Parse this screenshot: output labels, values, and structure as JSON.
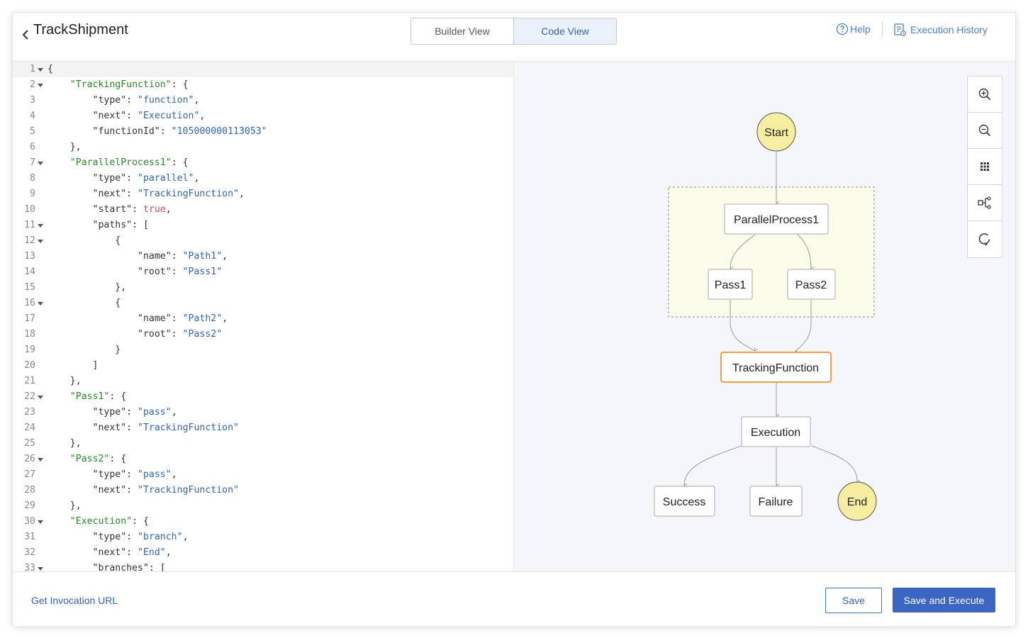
{
  "header": {
    "title": "TrackShipment",
    "tabs": [
      {
        "label": "Builder View",
        "active": false
      },
      {
        "label": "Code View",
        "active": true
      }
    ],
    "help_label": "Help",
    "history_label": "Execution History"
  },
  "editor": {
    "lines": [
      {
        "n": "1",
        "fold": true,
        "html": "<span class=\"p\">{</span>"
      },
      {
        "n": "2",
        "fold": true,
        "html": "    <span class=\"k\">\"TrackingFunction\"</span>: {"
      },
      {
        "n": "3",
        "fold": false,
        "html": "        \"type\": <span class=\"s\">\"function\"</span>,"
      },
      {
        "n": "4",
        "fold": false,
        "html": "        \"next\": <span class=\"s\">\"Execution\"</span>,"
      },
      {
        "n": "5",
        "fold": false,
        "html": "        \"functionId\": <span class=\"s\">\"105000000113053\"</span>"
      },
      {
        "n": "6",
        "fold": false,
        "html": "    },"
      },
      {
        "n": "7",
        "fold": true,
        "html": "    <span class=\"k\">\"ParallelProcess1\"</span>: {"
      },
      {
        "n": "8",
        "fold": false,
        "html": "        \"type\": <span class=\"s\">\"parallel\"</span>,"
      },
      {
        "n": "9",
        "fold": false,
        "html": "        \"next\": <span class=\"s\">\"TrackingFunction\"</span>,"
      },
      {
        "n": "10",
        "fold": false,
        "html": "        \"start\": <span class=\"b\">true</span>,"
      },
      {
        "n": "11",
        "fold": true,
        "html": "        \"paths\": ["
      },
      {
        "n": "12",
        "fold": true,
        "html": "            {"
      },
      {
        "n": "13",
        "fold": false,
        "html": "                \"name\": <span class=\"s\">\"Path1\"</span>,"
      },
      {
        "n": "14",
        "fold": false,
        "html": "                \"root\": <span class=\"s\">\"Pass1\"</span>"
      },
      {
        "n": "15",
        "fold": false,
        "html": "            },"
      },
      {
        "n": "16",
        "fold": true,
        "html": "            {"
      },
      {
        "n": "17",
        "fold": false,
        "html": "                \"name\": <span class=\"s\">\"Path2\"</span>,"
      },
      {
        "n": "18",
        "fold": false,
        "html": "                \"root\": <span class=\"s\">\"Pass2\"</span>"
      },
      {
        "n": "19",
        "fold": false,
        "html": "            }"
      },
      {
        "n": "20",
        "fold": false,
        "html": "        ]"
      },
      {
        "n": "21",
        "fold": false,
        "html": "    },"
      },
      {
        "n": "22",
        "fold": true,
        "html": "    <span class=\"k\">\"Pass1\"</span>: {"
      },
      {
        "n": "23",
        "fold": false,
        "html": "        \"type\": <span class=\"s\">\"pass\"</span>,"
      },
      {
        "n": "24",
        "fold": false,
        "html": "        \"next\": <span class=\"s\">\"TrackingFunction\"</span>"
      },
      {
        "n": "25",
        "fold": false,
        "html": "    },"
      },
      {
        "n": "26",
        "fold": true,
        "html": "    <span class=\"k\">\"Pass2\"</span>: {"
      },
      {
        "n": "27",
        "fold": false,
        "html": "        \"type\": <span class=\"s\">\"pass\"</span>,"
      },
      {
        "n": "28",
        "fold": false,
        "html": "        \"next\": <span class=\"s\">\"TrackingFunction\"</span>"
      },
      {
        "n": "29",
        "fold": false,
        "html": "    },"
      },
      {
        "n": "30",
        "fold": true,
        "html": "    <span class=\"k\">\"Execution\"</span>: {"
      },
      {
        "n": "31",
        "fold": false,
        "html": "        \"type\": <span class=\"s\">\"branch\"</span>,"
      },
      {
        "n": "32",
        "fold": false,
        "html": "        \"next\": <span class=\"s\">\"End\"</span>,"
      },
      {
        "n": "33",
        "fold": true,
        "html": "        \"branches\": ["
      }
    ]
  },
  "graph": {
    "nodes": {
      "start": "Start",
      "parallel": "ParallelProcess1",
      "pass1": "Pass1",
      "pass2": "Pass2",
      "tracking": "TrackingFunction",
      "execution": "Execution",
      "success": "Success",
      "failure": "Failure",
      "end": "End"
    },
    "colors": {
      "terminal_fill": "#f6eda0",
      "selected_border": "#f0a040",
      "group_fill": "#fbfbe9"
    }
  },
  "zoom_controls": [
    "zoom-in-icon",
    "zoom-out-icon",
    "grid-icon",
    "tree-icon",
    "reset-icon"
  ],
  "footer": {
    "invoke_label": "Get Invocation URL",
    "save_label": "Save",
    "save_execute_label": "Save and Execute"
  }
}
